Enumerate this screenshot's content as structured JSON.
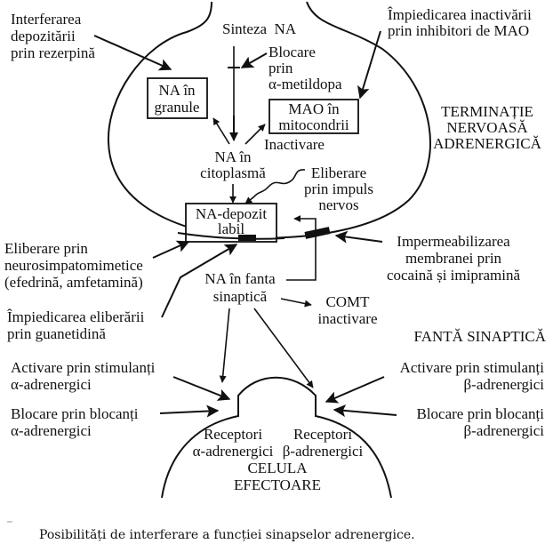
{
  "colors": {
    "ink": "#111111",
    "background": "#ffffff"
  },
  "regions": {
    "nerve_terminal": [
      "TERMINAȚIE",
      "NERVOASĂ",
      "ADRENERGICĂ"
    ],
    "synaptic_cleft": "FANTĂ SINAPTICĂ",
    "effector_cell": [
      "CELULA",
      "EFECTOARE"
    ]
  },
  "nodes": {
    "synthesis": "Sinteza  NA",
    "na_granules": [
      "NA în",
      "granule"
    ],
    "mao_mitochondria": [
      "MAO în",
      "mitocondrii"
    ],
    "na_cytoplasm": [
      "NA în",
      "citoplasmă"
    ],
    "inactivation": "Inactivare",
    "na_labile_store": [
      "NA-depozit",
      "labil"
    ],
    "nerve_impulse_release": [
      "Eliberare",
      "prin impuls",
      "nervos"
    ],
    "na_synaptic_cleft": [
      "NA în fanta",
      "sinaptică"
    ],
    "comt": [
      "COMT",
      "inactivare"
    ],
    "alpha_receptors": [
      "Receptori",
      "α-adrenergici"
    ],
    "beta_receptors": [
      "Receptori",
      "β-adrenergici"
    ]
  },
  "interventions": {
    "reserpine": [
      "Interferarea",
      "depozitării",
      "prin rezerpină"
    ],
    "methyldopa": [
      "Blocare",
      "prin",
      "α-metildopa"
    ],
    "mao_inhibitors": [
      "Împiedicarea inactivării",
      "prin inhibitori de MAO"
    ],
    "sympathomimetics": [
      "Eliberare prin",
      "neurosimpatomimetice",
      "(efedrină, amfetamină)"
    ],
    "guanethidine": [
      "Împiedicarea eliberării",
      "prin guanetidină"
    ],
    "cocaine_imipramine": [
      "Impermeabilizarea",
      "membranei prin",
      "cocaină și imipramină"
    ],
    "alpha_stimulants": [
      "Activare prin stimulanți",
      "α-adrenergici"
    ],
    "alpha_blockers": [
      "Blocare prin blocanți",
      "α-adrenergici"
    ],
    "beta_stimulants": [
      "Activare prin stimulanți",
      "β-adrenergici"
    ],
    "beta_blockers": [
      "Blocare prin blocanți",
      "β-adrenergici"
    ]
  },
  "caption": "Posibilități de interferare a funcției sinapselor adrenergice."
}
